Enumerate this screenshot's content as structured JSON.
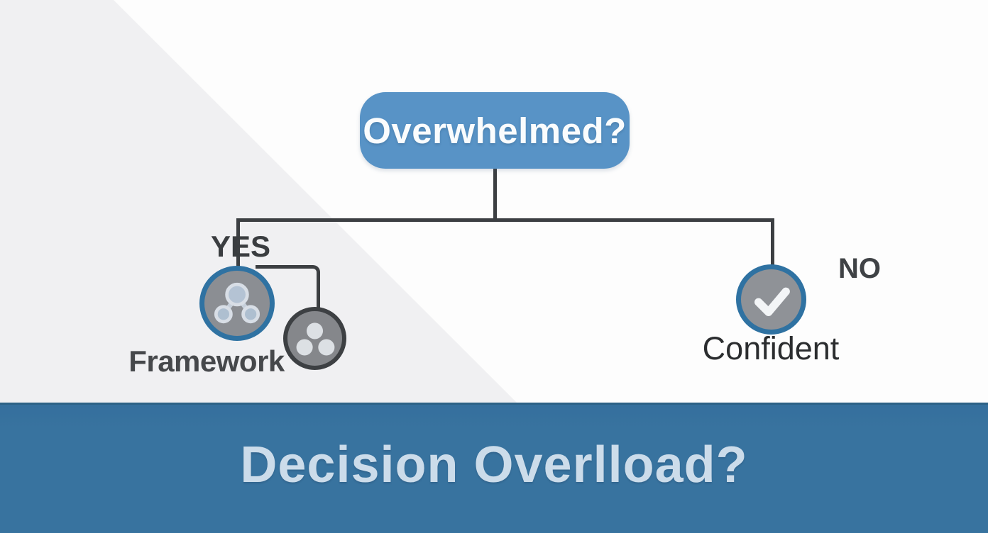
{
  "diagram": {
    "root_label": "Overwhelmed?",
    "yes_label": "YES",
    "no_label": "NO",
    "framework_label": "Framework",
    "confident_label": "Confident",
    "icons": {
      "framework_node": "network-nodes-icon",
      "secondary_node": "three-dots-cluster-icon",
      "confident_node": "checkmark-icon"
    }
  },
  "banner": {
    "title": "Decision Overlload?"
  },
  "colors": {
    "root_box_blue": "#5893c6",
    "node_ring_blue": "#2f72a2",
    "node_fill_gray": "#8b8e93",
    "dots_node_ring": "#3d4043",
    "connector_dark": "#3c3f42",
    "banner_blue": "#38739f",
    "banner_text": "#ccdcea",
    "bg_wedge_gray": "#f0f0f2",
    "bg_white": "#fdfdfd"
  }
}
